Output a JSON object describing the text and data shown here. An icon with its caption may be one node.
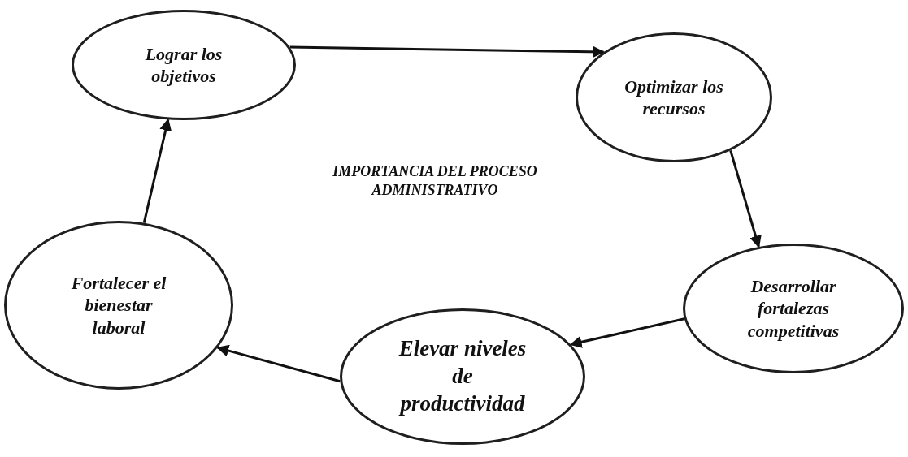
{
  "diagram": {
    "title": "IMPORTANCIA DEL PROCESO ADMINISTRATIVO",
    "nodes": [
      {
        "text": [
          "Lograr los objetivos"
        ]
      },
      {
        "text": [
          "Optimizar los recursos"
        ]
      },
      {
        "text": [
          "Desarrollar fortalezas competitivas"
        ]
      },
      {
        "text": [
          "Elevar niveles de productividad"
        ]
      },
      {
        "text": [
          "Fortalecer el bienestar laboral"
        ]
      }
    ],
    "edges": [
      {
        "from": 0,
        "to": 1,
        "arrow": "to"
      },
      {
        "from": 1,
        "to": 2,
        "arrow": "to"
      },
      {
        "from": 2,
        "to": 3,
        "arrow": "to"
      },
      {
        "from": 3,
        "to": 4,
        "arrow": "to"
      },
      {
        "from": 4,
        "to": 0,
        "arrow": "to"
      }
    ]
  }
}
